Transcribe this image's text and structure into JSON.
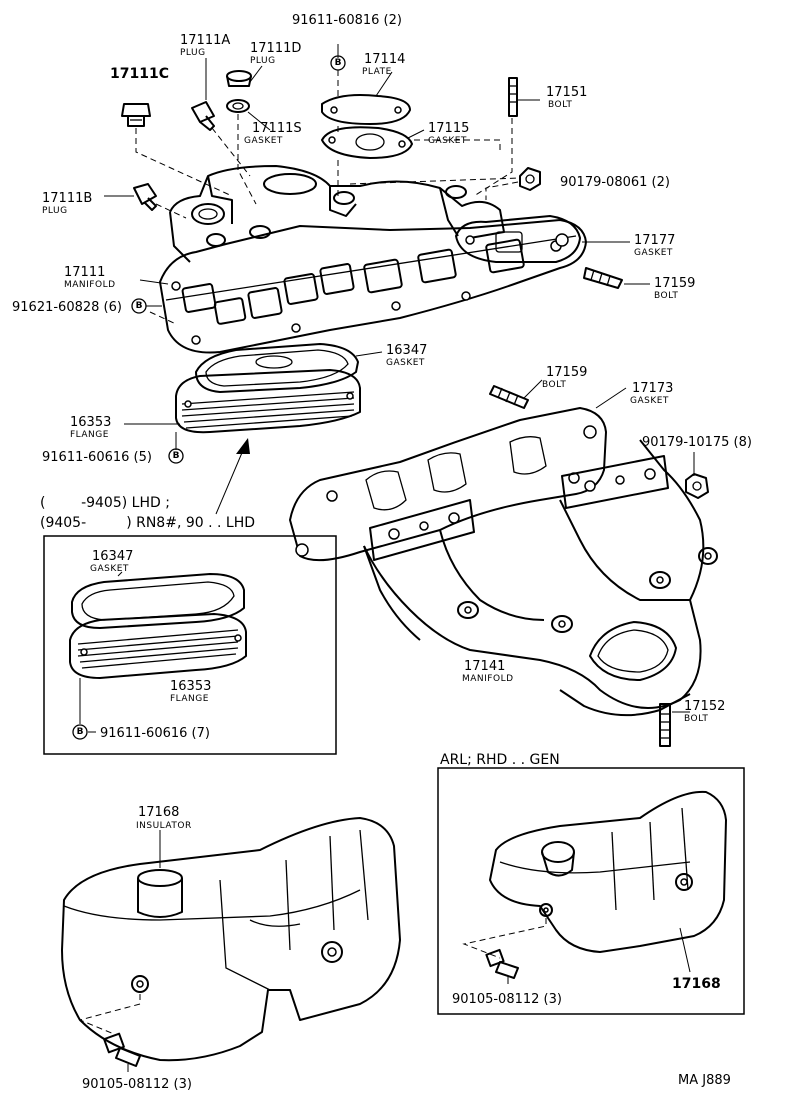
{
  "labels": {
    "p17111c": "17111C",
    "p17111a": "17111A",
    "plug_a": "PLUG",
    "p17111d": "17111D",
    "plug_d": "PLUG",
    "p91611_60816": "91611-60816 (2)",
    "p17114": "17114",
    "plate": "PLATE",
    "p17151": "17151",
    "bolt_17151": "BOLT",
    "p17111s": "17111S",
    "gasket_s": "GASKET",
    "p17115": "17115",
    "gasket_115": "GASKET",
    "p17111b": "17111B",
    "plug_b": "PLUG",
    "p90179_08061": "90179-08061 (2)",
    "p17177": "17177",
    "gasket_177": "GASKET",
    "p17111": "17111",
    "manifold_111": "MANIFOLD",
    "p17159a": "17159",
    "bolt_159a": "BOLT",
    "p91621_60828": "91621-60828 (6)",
    "p16347a": "16347",
    "gasket_347a": "GASKET",
    "p17159b": "17159",
    "bolt_159b": "BOLT",
    "p17173": "17173",
    "gasket_173": "GASKET",
    "p16353a": "16353",
    "flange_a": "FLANGE",
    "p90179_10175": "90179-10175 (8)",
    "p91611_60616_5": "91611-60616 (5)",
    "note_line1": "(        -9405) LHD ;",
    "note_line2": "(9405-         ) RN8#, 90 . . LHD",
    "p16347b": "16347",
    "gasket_347b": "GASKET",
    "p16353b": "16353",
    "flange_b": "FLANGE",
    "p91611_60616_7": "91611-60616 (7)",
    "p17141": "17141",
    "manifold_141": "MANIFOLD",
    "p17152": "17152",
    "bolt_152": "BOLT",
    "arl_header": "ARL; RHD . . GEN",
    "p17168a": "17168",
    "insulator": "INSULATOR",
    "p17168b": "17168",
    "p90105_08112_b": "90105-08112 (3)",
    "p90105_08112_a": "90105-08112 (3)",
    "ref_code": "MA J889",
    "bmark": "B"
  }
}
